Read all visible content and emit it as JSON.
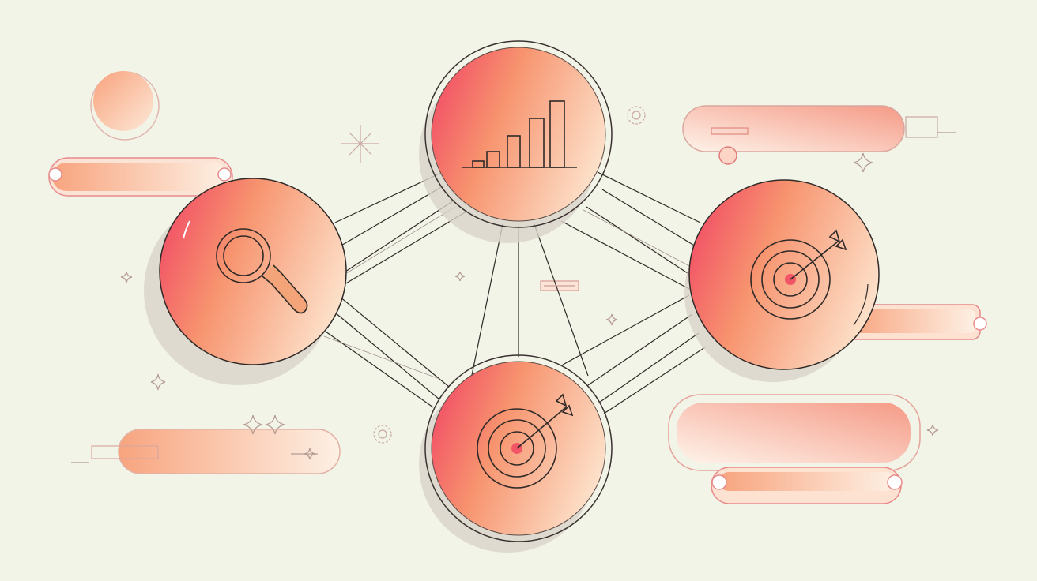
{
  "palette": {
    "background": "#f3f4e8",
    "accent_red": "#f25566",
    "accent_orange": "#f9a27a",
    "accent_light": "#fde4cf",
    "line": "#2f2a28",
    "outline_pink": "#e88a8a"
  },
  "nodes": [
    {
      "id": "chart",
      "icon": "bar-chart-icon"
    },
    {
      "id": "search",
      "icon": "magnifier-icon"
    },
    {
      "id": "target-right",
      "icon": "target-arrow-icon"
    },
    {
      "id": "target-bottom",
      "icon": "target-arrow-icon"
    }
  ],
  "decor": {
    "pills": 5,
    "sparkles": 7,
    "flowers": 2
  }
}
